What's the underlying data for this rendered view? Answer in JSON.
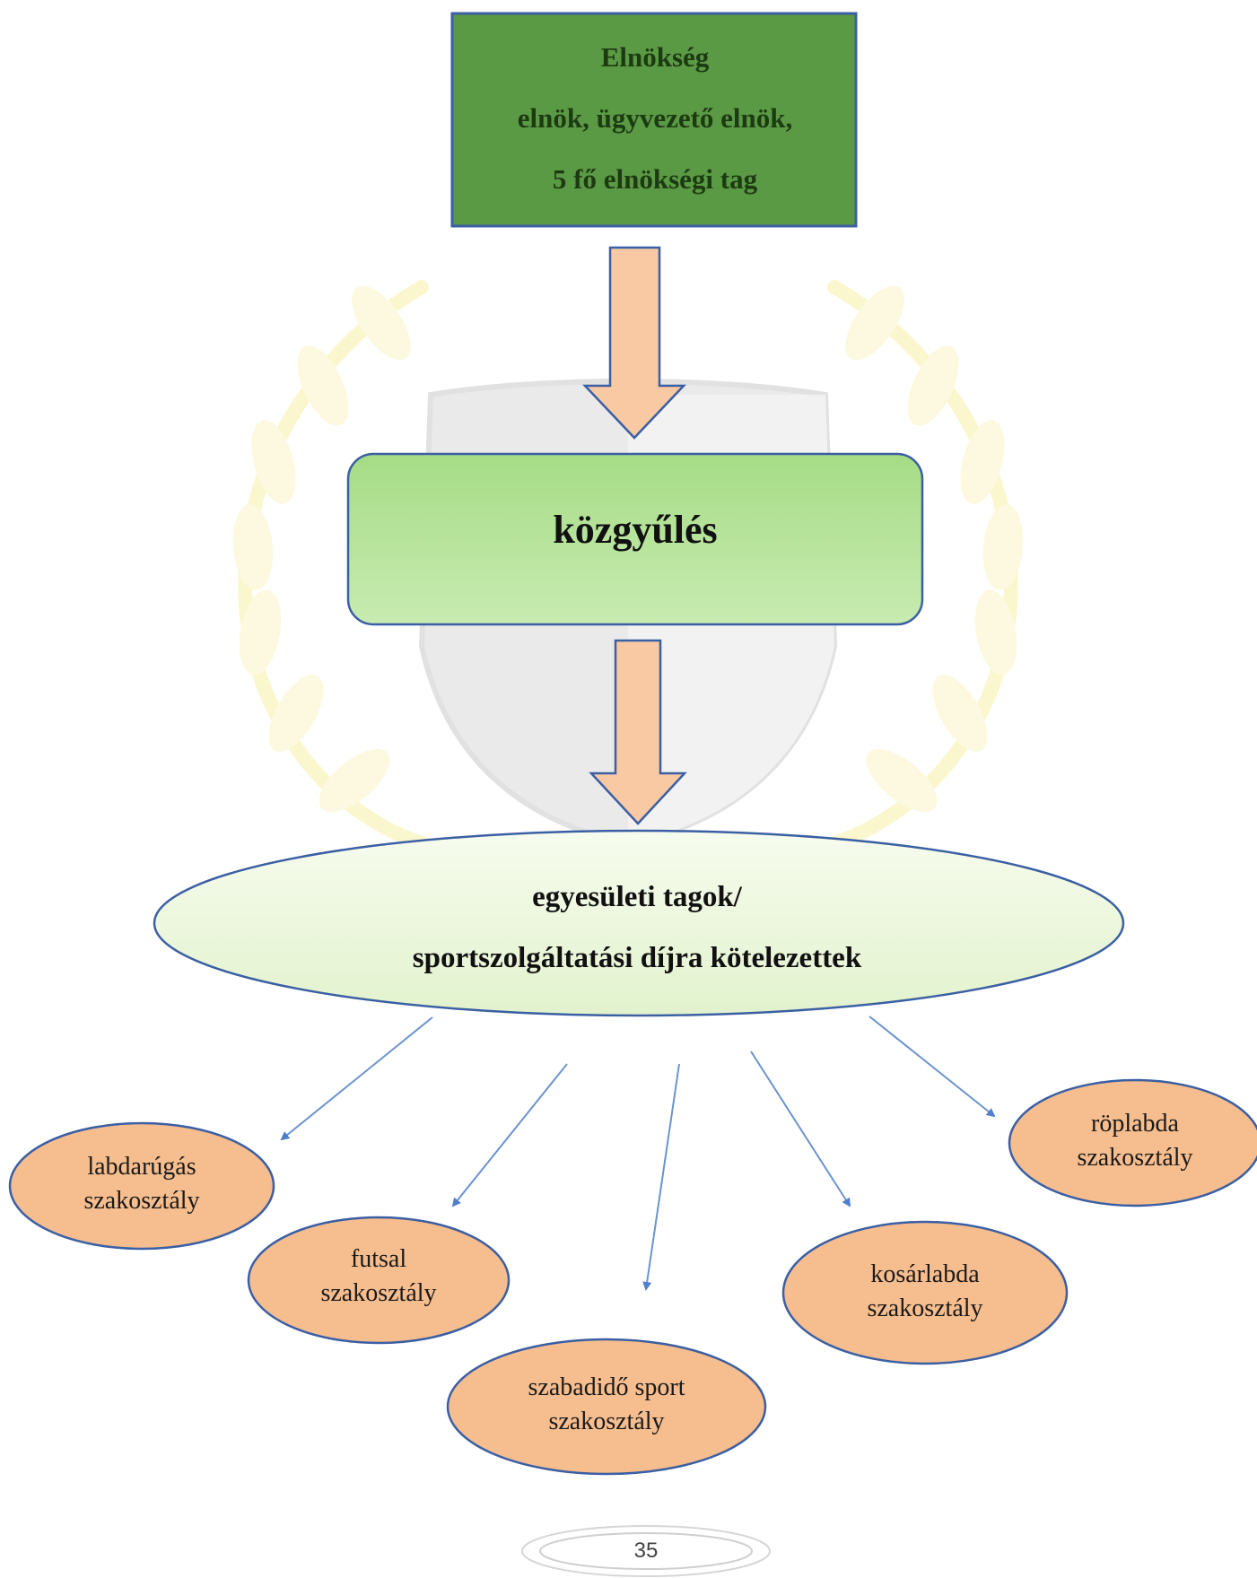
{
  "diagram": {
    "presidency": {
      "title": "Elnökség",
      "line2": "elnök, ügyvezető elnök,",
      "line3": "5 fő elnökségi tag"
    },
    "assembly": {
      "label": "közgyűlés"
    },
    "members": {
      "line1": "egyesületi tagok/",
      "line2": "sportszolgáltatási díjra kötelezettek"
    },
    "departments": [
      {
        "line1": "labdarúgás",
        "line2": "szakosztály"
      },
      {
        "line1": "futsal",
        "line2": "szakosztály"
      },
      {
        "line1": "szabadidő sport",
        "line2": "szakosztály"
      },
      {
        "line1": "kosárlabda",
        "line2": "szakosztály"
      },
      {
        "line1": "röplabda",
        "line2": "szakosztály"
      }
    ]
  },
  "page": {
    "number": "35"
  },
  "colors": {
    "presidency_fill": "#5b9a45",
    "assembly_fill": "#b5e29a",
    "members_fill": "#eef8df",
    "department_fill": "#f6bd8e",
    "arrow_fill": "#f9c9a3",
    "connector": "#6b93cf",
    "outline": "#3b5fa3"
  }
}
